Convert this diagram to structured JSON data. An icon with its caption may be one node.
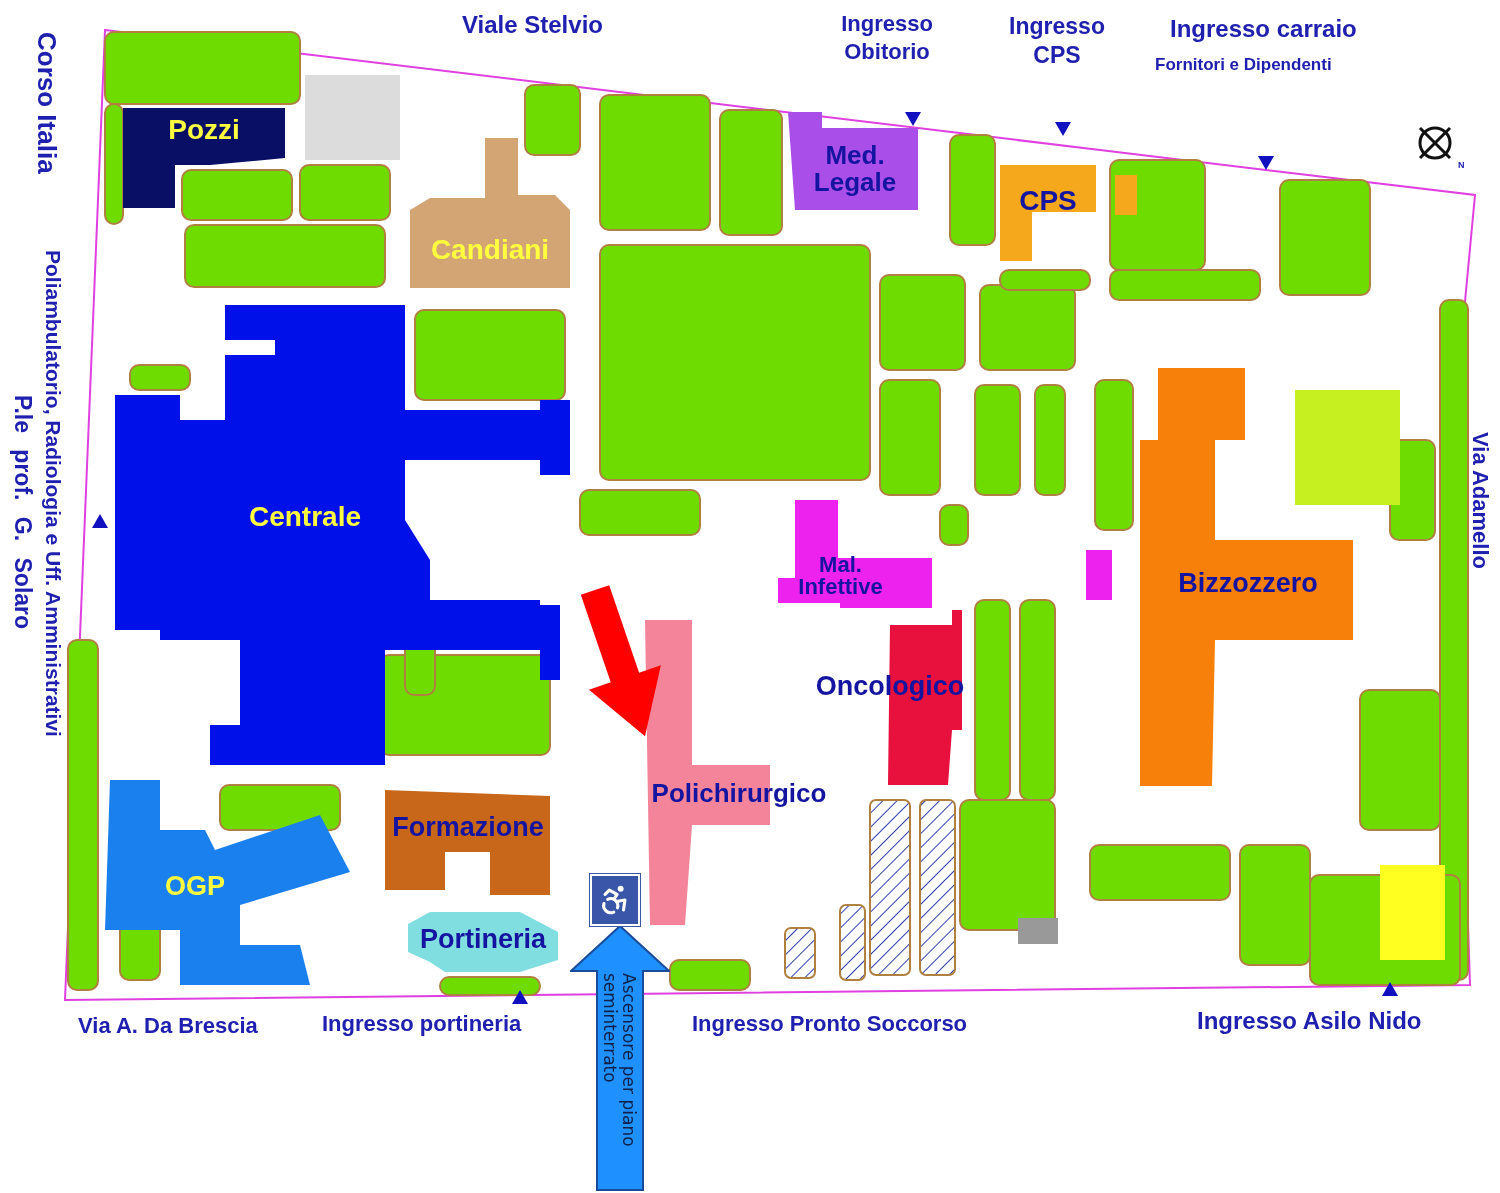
{
  "diagram": {
    "nodes": [
      {
        "text": [
          "Pozzi"
        ]
      },
      {
        "text": [
          "Candiani"
        ]
      },
      {
        "text": [
          "Med. Legale"
        ]
      },
      {
        "text": [
          "CPS"
        ]
      },
      {
        "text": [
          "Centrale"
        ]
      },
      {
        "text": [
          "Mal. Infettive"
        ]
      },
      {
        "text": [
          "Oncologico"
        ]
      },
      {
        "text": [
          "Bizzozzero"
        ]
      },
      {
        "text": [
          "Polichirurgico"
        ]
      },
      {
        "text": [
          "Formazione"
        ]
      },
      {
        "text": [
          "OGP"
        ]
      },
      {
        "text": [
          "Portineria"
        ]
      },
      {
        "text": [
          "Ascensore per piano seminterrato"
        ]
      }
    ],
    "edges": [
      {
        "from": null,
        "to": 8,
        "arrow": "to",
        "style": "thick",
        "color": "#ff0000"
      }
    ],
    "labels": [
      "Corso Italia",
      "Viale Stelvio",
      "Ingresso Obitorio",
      "Ingresso CPS",
      "Ingresso carraio",
      "Fornitori e Dipendenti",
      "N",
      "Poliambulatorio, Radiologia e Uff. Amministrativi",
      "P.le prof. G. Solaro",
      "Via Adamello",
      "Via A. Da Brescia",
      "Ingresso portineria",
      "Ingresso Pronto Soccorso",
      "Ingresso Asilo Nido"
    ]
  }
}
